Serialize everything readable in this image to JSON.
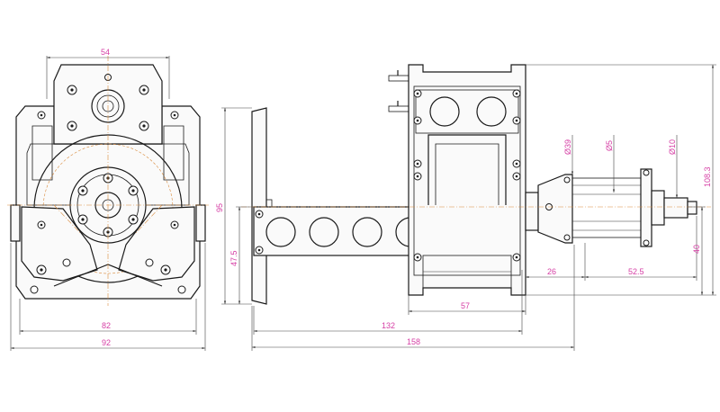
{
  "dimensions": {
    "top_width": "54",
    "front_inner_width": "82",
    "front_overall_width": "92",
    "flange_height": "95",
    "flange_half_height": "47.5",
    "hub_length": "57",
    "beam_length": "132",
    "overall_length": "158",
    "shaft_offset": "26",
    "shaft_length": "52.5",
    "overall_height": "108.3",
    "axis_height": "40",
    "dia_large": "Ø39",
    "dia_mid": "Ø5",
    "dia_small": "Ø10"
  },
  "colors": {
    "dimension_text": "#d63fa5",
    "center_line": "#d98a3a",
    "outline": "#1a1a1a"
  }
}
